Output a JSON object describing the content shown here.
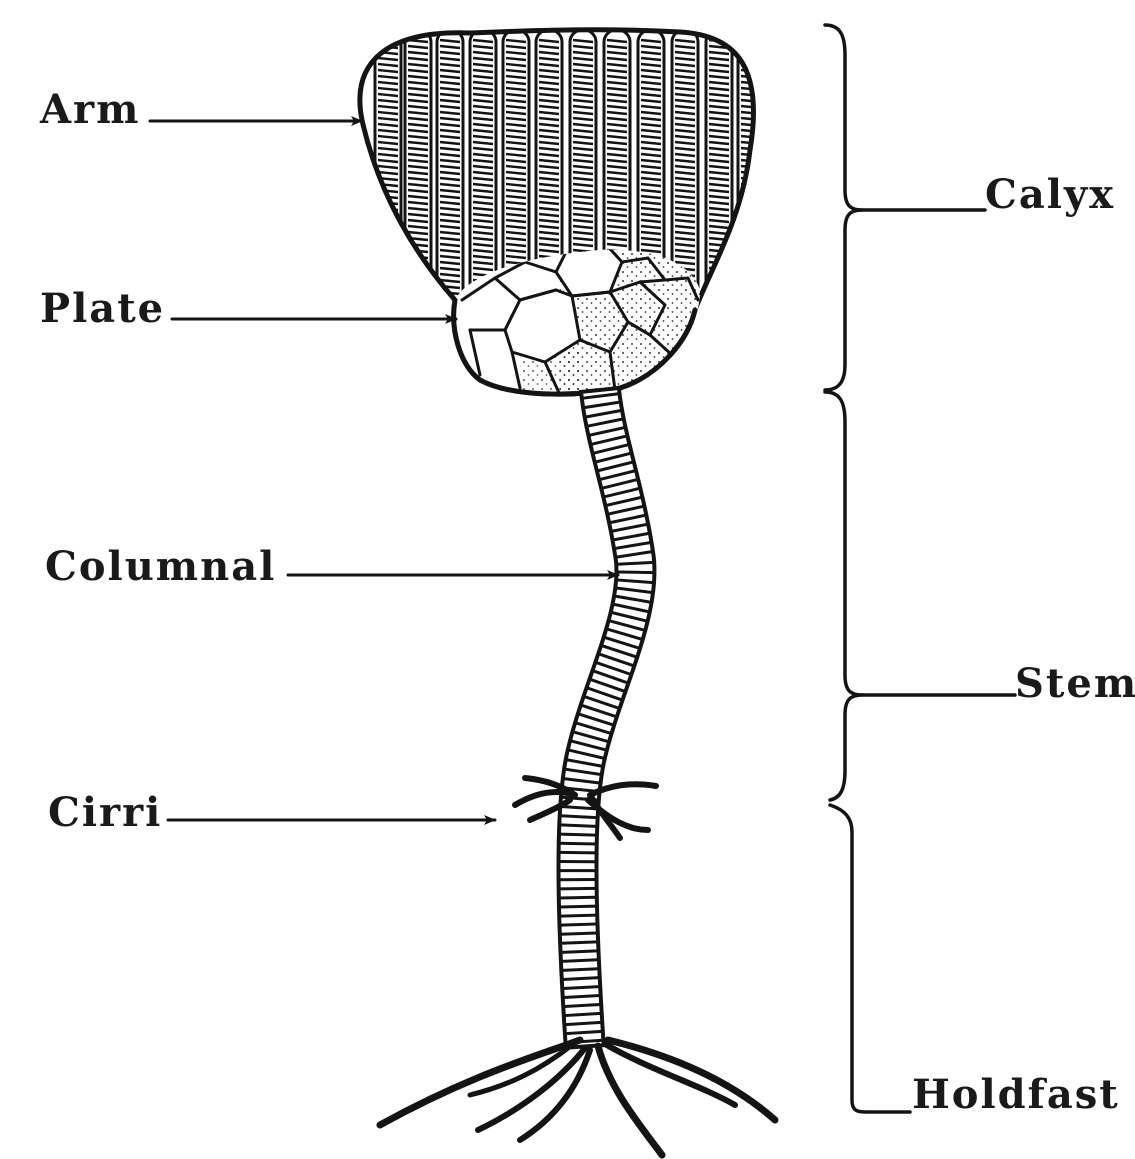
{
  "labels": {
    "left": [
      "Arm",
      "Plate",
      "Columnal",
      "Cirri"
    ],
    "right": [
      "Calyx",
      "Stem",
      "Holdfast"
    ]
  },
  "colors": {
    "ink": "#141414",
    "paper": "#ffffff"
  }
}
